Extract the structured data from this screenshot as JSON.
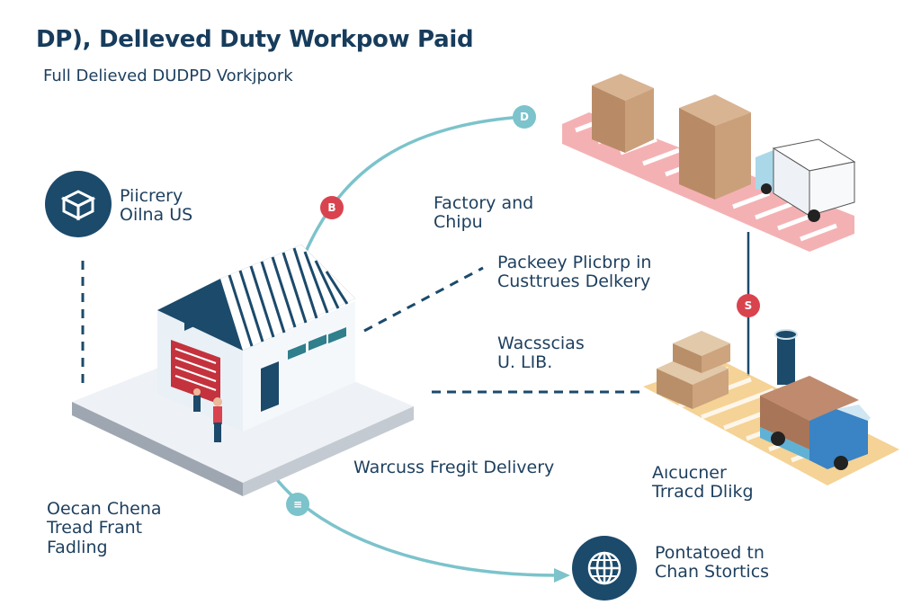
{
  "header": {
    "title": "DP), Delleved Duty Workpow Paid",
    "subtitle": "Full Delieved DUDPD Vorkjpork"
  },
  "nodes": {
    "origin": {
      "icon": "box-icon",
      "line1": "Piicrery",
      "line2": "Oilna US"
    },
    "factory": {
      "line1": "Factory and",
      "line2": "Chipu"
    },
    "package": {
      "line1": "Packeey Plicbrp in",
      "line2": "Custtrues Delkery"
    },
    "wacsscias": {
      "line1": "Wacsscias",
      "line2": "U. LIB."
    },
    "freight": {
      "label": "Warcuss Fregit Delivery"
    },
    "arcucner": {
      "line1": "Aıcucner",
      "line2": "Trracd Dlikg"
    },
    "ocean": {
      "line1": "Oecan Chena",
      "line2": "Tread Frant",
      "line3": "Fadling"
    },
    "destination": {
      "icon": "globe-icon",
      "line1": "Pontatoed tn",
      "line2": "Chan Stortics"
    }
  },
  "badges": {
    "b": {
      "label": "B",
      "color": "#d9434e"
    },
    "d": {
      "label": "D",
      "color": "#7cc3cb"
    },
    "s": {
      "label": "S",
      "color": "#d9434e"
    },
    "e": {
      "label": "≡",
      "color": "#7cc3cb"
    }
  },
  "colors": {
    "navy": "#1b4a6b",
    "teal": "#7cc3cb",
    "red": "#d9434e",
    "pink_zone": "#f2a3a6",
    "yellow_zone": "#f3c77a"
  }
}
